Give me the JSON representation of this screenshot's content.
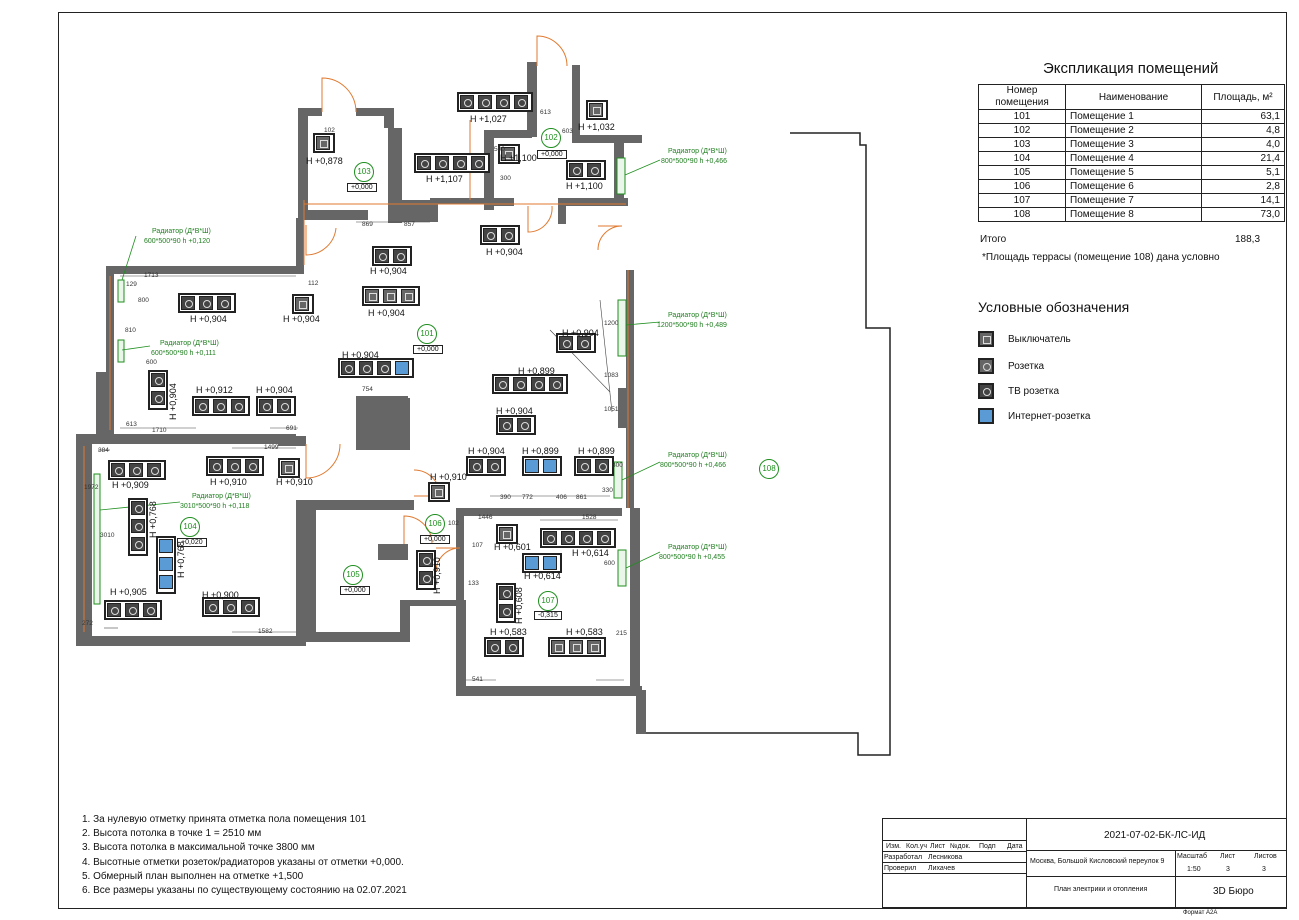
{
  "explication": {
    "title": "Экспликация помещений",
    "col_num": [
      "Номер",
      "помещения"
    ],
    "col_name": "Наименование",
    "col_area": "Площадь, м²",
    "rows": [
      {
        "num": "101",
        "name": "Помещение 1",
        "area": "63,1"
      },
      {
        "num": "102",
        "name": "Помещение 2",
        "area": "4,8"
      },
      {
        "num": "103",
        "name": "Помещение 3",
        "area": "4,0"
      },
      {
        "num": "104",
        "name": "Помещение 4",
        "area": "21,4"
      },
      {
        "num": "105",
        "name": "Помещение 5",
        "area": "5,1"
      },
      {
        "num": "106",
        "name": "Помещение 6",
        "area": "2,8"
      },
      {
        "num": "107",
        "name": "Помещение 7",
        "area": "14,1"
      },
      {
        "num": "108",
        "name": "Помещение 8",
        "area": "73,0"
      }
    ],
    "total_label": "Итого",
    "total_value": "188,3",
    "terrace_note": "*Площадь террасы (помещение 108) дана условно"
  },
  "legend": {
    "title": "Условные обозначения",
    "items": [
      {
        "label": "Выключатель",
        "icon": "switch-icon"
      },
      {
        "label": "Розетка",
        "icon": "socket-icon"
      },
      {
        "label": "ТВ розетка",
        "icon": "tv-socket-icon"
      },
      {
        "label": "Интернет-розетка",
        "icon": "internet-socket-icon"
      }
    ]
  },
  "notes": [
    "1. За нулевую отметку принята отметка пола помещения 101",
    "2. Высота потолка в точке 1 = 2510 мм",
    "3. Высота потолка в максимальной точке 3800 мм",
    "4. Высотные отметки розеток/радиаторов указаны от отметки +0,000.",
    "5. Обмерный план выполнен на отметке +1,500",
    "6. Все размеры указаны по существующему состоянию на 02.07.2021"
  ],
  "title_block": {
    "code": "2021-07-02-БК-ЛС-ИД",
    "address": "Москва, Большой Кисловский переулок 9",
    "sheet_name": "План электрики и отопления",
    "company": "3D Бюро",
    "format": "Формат A2A",
    "scale_label": "Масштаб",
    "scale": "1:50",
    "sheet_label": "Лист",
    "sheet": "3",
    "sheets_label": "Листов",
    "sheets": "3",
    "header_cells": [
      "Изм.",
      "Кол.уч",
      "Лист",
      "№док.",
      "Подп",
      "Дата"
    ],
    "developed_label": "Разработал",
    "developed_name": "Лесникова",
    "checked_label": "Проверил",
    "checked_name": "Лихачев"
  },
  "rooms": [
    {
      "num": "101",
      "mark": "+0,000"
    },
    {
      "num": "102",
      "mark": "+0,000"
    },
    {
      "num": "103",
      "mark": "+0,000"
    },
    {
      "num": "104",
      "mark": "+0,020"
    },
    {
      "num": "105",
      "mark": "+0,000"
    },
    {
      "num": "106",
      "mark": "+0,000"
    },
    {
      "num": "107",
      "mark": "-0,315"
    },
    {
      "num": "108",
      "mark": ""
    }
  ],
  "height_labels": [
    "Н +1,027",
    "Н +1,032",
    "Н +0,878",
    "Н +1,100",
    "Н +1,107",
    "Н +1,100",
    "Н +0,904",
    "Н +0,904",
    "Н +0,904",
    "Н +0,904",
    "Н +0,904",
    "Н +0,904",
    "Н +0,904",
    "Н +0,904",
    "Н +0,912",
    "Н +0,904",
    "Н +0,899",
    "Н +0,904",
    "Н +0,904",
    "Н +0,899",
    "Н +0,899",
    "Н +0,909",
    "Н +0,910",
    "Н +0,910",
    "Н +0,910",
    "Н +0,768",
    "Н +0,768",
    "Н +0,905",
    "Н +0,900",
    "Н +0,601",
    "Н +0,614",
    "Н +0,614",
    "Н +0,910",
    "Н +0,608",
    "Н +0,583",
    "Н +0,583"
  ],
  "radiators": [
    "Радиатор (Д*В*Ш)",
    "800*500*90 h +0,466",
    "Радиатор (Д*В*Ш)",
    "600*500*90 h +0,120",
    "Радиатор (Д*В*Ш)",
    "1200*500*90 h +0,489",
    "Радиатор (Д*В*Ш)",
    "600*500*90 h +0,111",
    "Радиатор (Д*В*Ш)",
    "800*500*90 h +0,466",
    "Радиатор (Д*В*Ш)",
    "3010*500*90 h +0,118",
    "Радиатор (Д*В*Ш)",
    "800*500*90 h +0,455"
  ],
  "dimensions": [
    "102",
    "613",
    "603",
    "500",
    "300",
    "857",
    "869",
    "112",
    "1713",
    "129",
    "800",
    "810",
    "600",
    "613",
    "1710",
    "691",
    "1499",
    "384",
    "1972",
    "3010",
    "272",
    "1582",
    "754",
    "1200",
    "1083",
    "1051",
    "800",
    "330",
    "390",
    "772",
    "406",
    "861",
    "1446",
    "1528",
    "102",
    "107",
    "133",
    "541",
    "215",
    "600"
  ]
}
